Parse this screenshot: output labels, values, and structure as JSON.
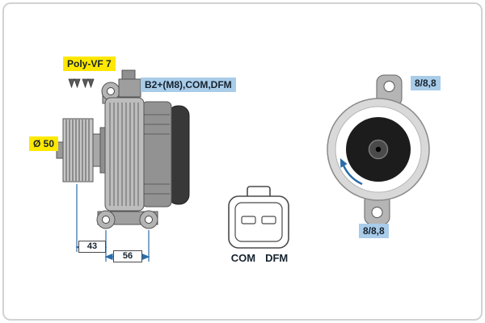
{
  "side_view": {
    "belt_type_label": "Poly-VF 7",
    "pulley_diameter_label": "Ø 50",
    "terminals_label": "B2+(M8),COM,DFM",
    "dimensions": {
      "pulley_to_mount": "43",
      "mount_spacing": "56"
    }
  },
  "connector": {
    "pin_labels": [
      "COM",
      "DFM"
    ]
  },
  "rear_view": {
    "mount_top_label": "8/8,8",
    "mount_bottom_label": "8/8,8"
  },
  "icons": {
    "belt_ribs": "poly-v-belt-profile",
    "rotation_arrow": "curved-arrow-counterclockwise"
  },
  "colors": {
    "highlight_yellow": "#ffe800",
    "highlight_blue": "#a9cce9",
    "dimension_blue": "#2b6ca8",
    "label_text": "#16222e",
    "frame_border": "#d2d2d2"
  }
}
